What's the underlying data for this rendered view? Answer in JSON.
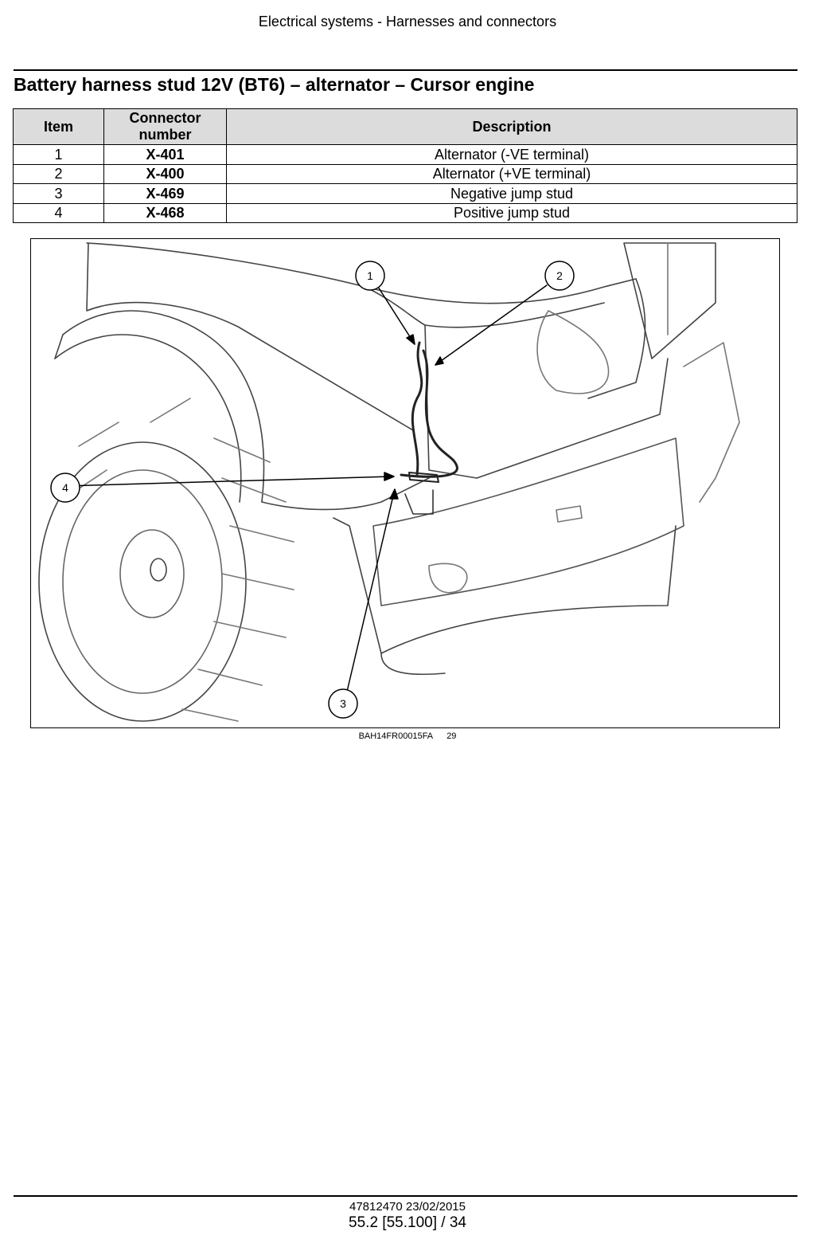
{
  "header": {
    "running_title": "Electrical systems - Harnesses and connectors"
  },
  "section": {
    "title": "Battery harness stud 12V (BT6) – alternator – Cursor engine"
  },
  "table": {
    "headers": {
      "item": "Item",
      "connector": "Connector number",
      "description": "Description"
    },
    "rows": [
      {
        "item": "1",
        "connector": "X-401",
        "description": "Alternator (-VE terminal)"
      },
      {
        "item": "2",
        "connector": "X-400",
        "description": "Alternator (+VE terminal)"
      },
      {
        "item": "3",
        "connector": "X-469",
        "description": "Negative jump stud"
      },
      {
        "item": "4",
        "connector": "X-468",
        "description": "Positive jump stud"
      }
    ]
  },
  "figure": {
    "callouts": [
      "1",
      "2",
      "3",
      "4"
    ],
    "image_code": "BAH14FR00015FA",
    "figure_number": "29"
  },
  "footer": {
    "doc_ref": "47812470 23/02/2015",
    "page_ref": "55.2 [55.100] / 34"
  }
}
